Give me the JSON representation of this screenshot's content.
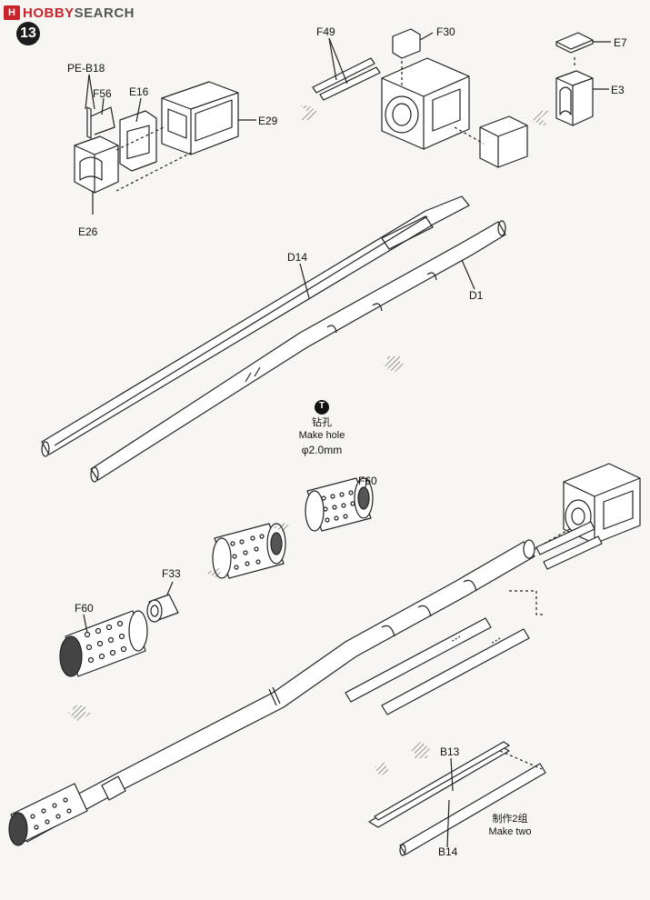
{
  "watermark": {
    "badge": "H",
    "brand": "HOBBY",
    "suffix": "SEARCH"
  },
  "step_number": "13",
  "parts": {
    "pe_b18": "PE-B18",
    "f56": "F56",
    "e16": "E16",
    "e29": "E29",
    "e26": "E26",
    "f49": "F49",
    "f30": "F30",
    "e7": "E7",
    "e3": "E3",
    "d14": "D14",
    "d1": "D1",
    "f60_top": "F60",
    "f33": "F33",
    "f60_left": "F60",
    "b13": "B13",
    "b14": "B14"
  },
  "drill_note": {
    "icon_letter": "T",
    "chinese": "钻孔",
    "english": "Make hole",
    "size": "φ2.0mm"
  },
  "make_two": {
    "chinese": "制作2组",
    "english": "Make two"
  },
  "colors": {
    "ink": "#222222",
    "paper": "#f7f6f2",
    "brand": "#c9232b"
  }
}
